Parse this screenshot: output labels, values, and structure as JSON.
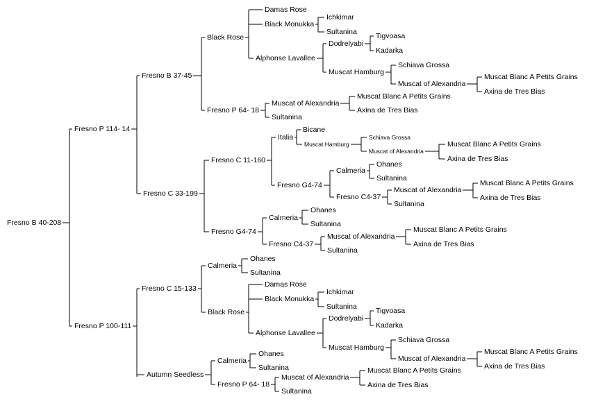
{
  "pedigree": {
    "label": "Fresno B 40-208",
    "children": [
      {
        "label": "Fresno P 114- 14",
        "children": [
          {
            "label": "Fresno B 37-45",
            "children": [
              {
                "label": "Black Rose",
                "children": [
                  {
                    "label": "Damas Rose"
                  },
                  {
                    "label": "Black Monukka",
                    "children": [
                      {
                        "label": "Ichkimar"
                      },
                      {
                        "label": "Sultanina"
                      }
                    ]
                  },
                  {
                    "label": "Alphonse Lavallee",
                    "children": [
                      {
                        "label": "Dodrelyabi",
                        "children": [
                          {
                            "label": "Tigvoasa"
                          },
                          {
                            "label": "Kadarka"
                          }
                        ]
                      },
                      {
                        "label": "Muscat Hamburg",
                        "children": [
                          {
                            "label": "Schiava Grossa"
                          },
                          {
                            "label": "Muscat of Alexandria",
                            "children": [
                              {
                                "label": "Muscat Blanc A Petits Grains"
                              },
                              {
                                "label": "Axina de Tres Bias"
                              }
                            ]
                          }
                        ]
                      }
                    ]
                  }
                ]
              },
              {
                "label": "Fresno P 64- 18",
                "children": [
                  {
                    "label": "Muscat of Alexandria",
                    "children": [
                      {
                        "label": "Muscat Blanc A Petits Grains"
                      },
                      {
                        "label": "Axina de Tres Bias"
                      }
                    ]
                  },
                  {
                    "label": "Sultanina"
                  }
                ]
              }
            ]
          },
          {
            "label": "Fresno C 33-199",
            "children": [
              {
                "label": "Fresno C 11-160",
                "children": [
                  {
                    "label": "Italia",
                    "children": [
                      {
                        "label": "Bicane"
                      },
                      {
                        "label": "Muscat Hamburg",
                        "small": true,
                        "children": [
                          {
                            "label": "Schiava Grossa",
                            "small": true
                          },
                          {
                            "label": "Muscat of Alexandria",
                            "small": true,
                            "children": [
                              {
                                "label": "Muscat Blanc A Petits Grains"
                              },
                              {
                                "label": "Axina de Tres Bias"
                              }
                            ]
                          }
                        ]
                      }
                    ]
                  },
                  {
                    "label": "Fresno G4-74",
                    "children": [
                      {
                        "label": "Calmeria",
                        "children": [
                          {
                            "label": "Ohanes"
                          },
                          {
                            "label": "Sultanina"
                          }
                        ]
                      },
                      {
                        "label": "Fresno C4-37",
                        "children": [
                          {
                            "label": "Muscat of Alexandria",
                            "children": [
                              {
                                "label": "Muscat Blanc A Petits Grains"
                              },
                              {
                                "label": "Axina de Tres Bias"
                              }
                            ]
                          },
                          {
                            "label": "Sultanina"
                          }
                        ]
                      }
                    ]
                  }
                ]
              },
              {
                "label": "Fresno G4-74",
                "children": [
                  {
                    "label": "Calmeria",
                    "children": [
                      {
                        "label": "Ohanes"
                      },
                      {
                        "label": "Sultanina"
                      }
                    ]
                  },
                  {
                    "label": "Fresno C4-37",
                    "children": [
                      {
                        "label": "Muscat of Alexandria",
                        "children": [
                          {
                            "label": "Muscat Blanc A Petits Grains"
                          },
                          {
                            "label": "Axina de Tres Bias"
                          }
                        ]
                      },
                      {
                        "label": "Sultanina"
                      }
                    ]
                  }
                ]
              }
            ]
          }
        ]
      },
      {
        "label": "Fresno P 100-111",
        "children": [
          {
            "label": "Fresno C 15-133",
            "children": [
              {
                "label": "Calmeria",
                "children": [
                  {
                    "label": "Ohanes"
                  },
                  {
                    "label": "Sultanina"
                  }
                ]
              },
              {
                "label": "Black Rose",
                "children": [
                  {
                    "label": "Damas Rose"
                  },
                  {
                    "label": "Black Monukka",
                    "children": [
                      {
                        "label": "Ichkimar"
                      },
                      {
                        "label": "Sultanina"
                      }
                    ]
                  },
                  {
                    "label": "Alphonse Lavallee",
                    "children": [
                      {
                        "label": "Dodrelyabi",
                        "children": [
                          {
                            "label": "Tigvoasa"
                          },
                          {
                            "label": "Kadarka"
                          }
                        ]
                      },
                      {
                        "label": "Muscat Hamburg",
                        "children": [
                          {
                            "label": "Schiava Grossa"
                          },
                          {
                            "label": "Muscat of Alexandria",
                            "children": [
                              {
                                "label": "Muscat Blanc A Petits Grains"
                              },
                              {
                                "label": "Axina de Tres Bias"
                              }
                            ]
                          }
                        ]
                      }
                    ]
                  }
                ]
              }
            ]
          },
          {
            "label": "Autumn Seedless",
            "children": [
              {
                "label": "Calmeria",
                "children": [
                  {
                    "label": "Ohanes"
                  },
                  {
                    "label": "Sultanina"
                  }
                ]
              },
              {
                "label": "Fresno P 64- 18",
                "children": [
                  {
                    "label": "Muscat of Alexandria",
                    "children": [
                      {
                        "label": "Muscat Blanc A Petits Grains"
                      },
                      {
                        "label": "Axina de Tres Bias"
                      }
                    ]
                  },
                  {
                    "label": "Sultanina"
                  }
                ]
              }
            ]
          }
        ]
      }
    ]
  }
}
